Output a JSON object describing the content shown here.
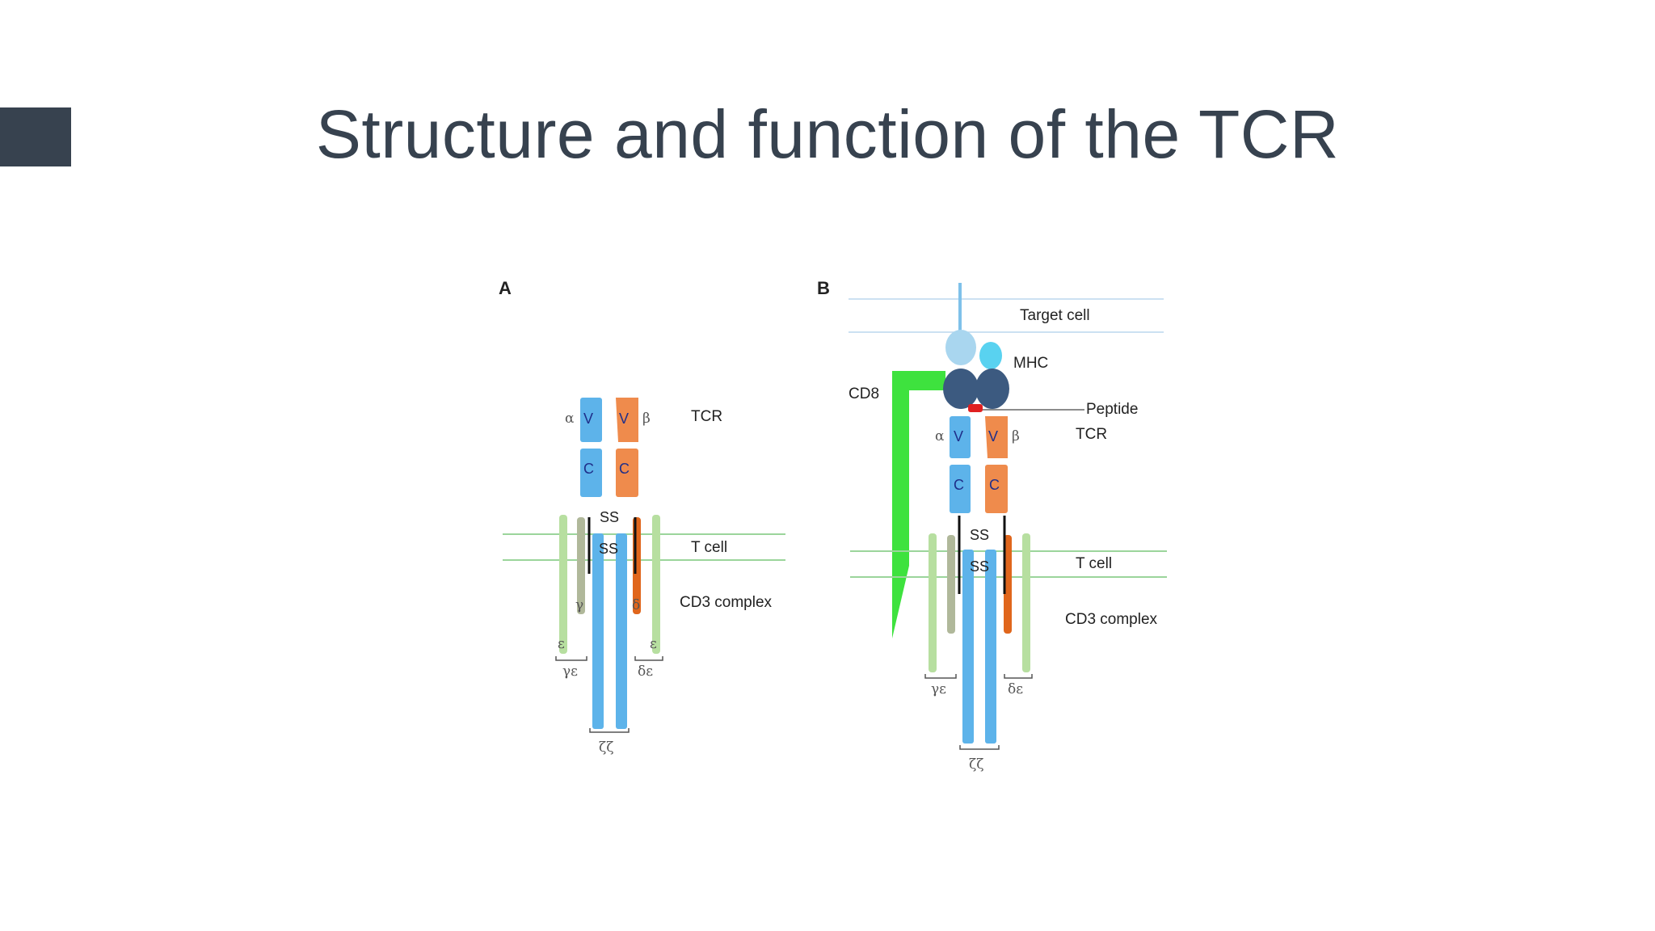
{
  "slide": {
    "title": "Structure and function of the TCR"
  },
  "colors": {
    "accent": "#37424f",
    "alpha_chain": "#5db3ea",
    "beta_chain": "#ef8b4c",
    "delta_chain": "#e0661c",
    "gamma_chain": "#b0b89a",
    "epsilon_chain": "#b7dfa0",
    "cd8": "#3ee23e",
    "mhc_dark": "#3c5a80",
    "mhc_light": "#a9d6ef",
    "mhc_cyan": "#59d2f0",
    "peptide": "#e02020",
    "membrane": "#9bd59b"
  },
  "panel_a": {
    "label": "A",
    "alpha": "α",
    "beta": "β",
    "v_label": "V",
    "c_label": "C",
    "ss": "SS",
    "tcr_label": "TCR",
    "tcell_label": "T cell",
    "cd3_label": "CD3 complex",
    "gamma": "γ",
    "delta": "δ",
    "epsilon": "ε",
    "gamma_epsilon": "γε",
    "delta_epsilon": "δε",
    "zeta_zeta": "ζζ"
  },
  "panel_b": {
    "label": "B",
    "target_cell_label": "Target cell",
    "mhc_label": "MHC",
    "cd8_label": "CD8",
    "peptide_label": "Peptide",
    "alpha": "α",
    "beta": "β",
    "v_label": "V",
    "c_label": "C",
    "ss": "SS",
    "tcr_label": "TCR",
    "tcell_label": "T cell",
    "cd3_label": "CD3 complex",
    "gamma_epsilon": "γε",
    "delta_epsilon": "δε",
    "zeta_zeta": "ζζ"
  }
}
